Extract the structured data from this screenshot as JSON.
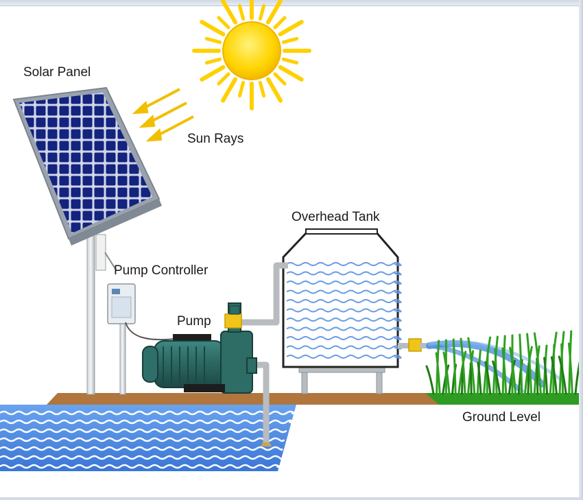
{
  "labels": {
    "solar_panel": "Solar Panel",
    "sun_rays": "Sun Rays",
    "overhead_tank": "Overhead Tank",
    "pump_controller": "Pump Controller",
    "pump": "Pump",
    "ground_level": "Ground Level"
  },
  "colors": {
    "sun": "#ffd400",
    "sun_rays": "#f5c400",
    "panel_cells": "#13207a",
    "panel_frame": "#9aa3ad",
    "water": "#4a86e0",
    "ground": "#b0763e",
    "grass": "#2d9a1f",
    "pump_body": "#2f6f6a",
    "pipe": "#b9bcbf",
    "valve": "#f0c419"
  }
}
